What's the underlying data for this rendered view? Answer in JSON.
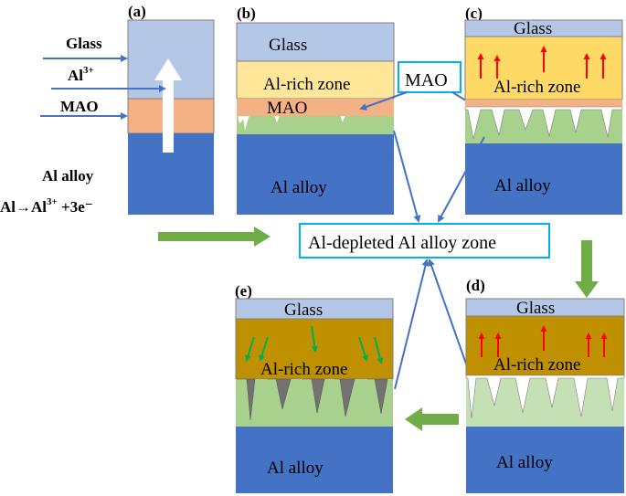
{
  "panels": {
    "a": {
      "label": "(a)",
      "glass": "Glass",
      "al_ion": "Al",
      "al_ion_sup": "3+",
      "mao": "MAO",
      "alloy": "Al alloy",
      "reaction_main": "Al→Al",
      "reaction_sup": "3+",
      "reaction_tail": " +3e⁻"
    },
    "b": {
      "label": "(b)",
      "glass": "Glass",
      "rich": "Al-rich zone",
      "mao": "MAO",
      "alloy": "Al alloy"
    },
    "c": {
      "label": "(c)",
      "glass": "Glass",
      "rich": "Al-rich zone",
      "alloy": "Al alloy"
    },
    "d": {
      "label": "(d)",
      "glass": "Glass",
      "rich": "Al-rich zone",
      "alloy": "Al alloy"
    },
    "e": {
      "label": "(e)",
      "glass": "Glass",
      "rich": "Al-rich zone",
      "alloy": "Al alloy"
    }
  },
  "callouts": {
    "mao": "MAO",
    "depleted": "Al-depleted Al alloy zone"
  },
  "colors": {
    "glass": "#b4c7e7",
    "alloy": "#4472c4",
    "mao": "#f4b183",
    "rich_light": "#ffe699",
    "rich_medium": "#ffd966",
    "rich_dark": "#bf9000",
    "depleted_green": "#a9d18e",
    "depleted_light": "#c5e0b4",
    "flow_arrow": "#70ad47",
    "connector": "#4472c4",
    "callout_border": "#00b0f0",
    "red_arrow": "#ff0000",
    "gray_spike": "#767171"
  }
}
